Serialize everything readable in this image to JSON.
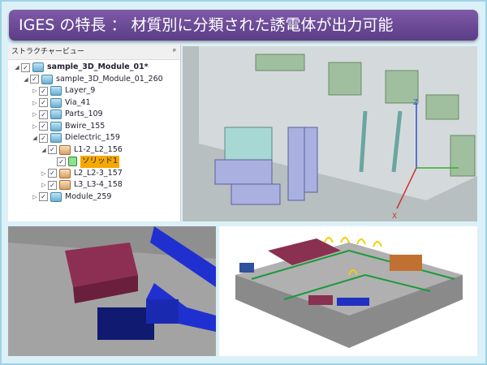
{
  "banner": {
    "title": "IGES の特長 ： 材質別に分類された誘電体が出力可能"
  },
  "panel": {
    "title": "ストラクチャービュー",
    "pin": "ᵖ"
  },
  "tree": [
    {
      "label": "sample_3D_Module_01*",
      "level": 0,
      "expander": "◢",
      "icon": "doc"
    },
    {
      "label": "sample_3D_Module_01_260",
      "level": 1,
      "expander": "◢",
      "icon": "blue"
    },
    {
      "label": "Layer_9",
      "level": 2,
      "expander": "▷",
      "icon": "blue"
    },
    {
      "label": "Via_41",
      "level": 2,
      "expander": "▷",
      "icon": "blue"
    },
    {
      "label": "Parts_109",
      "level": 2,
      "expander": "▷",
      "icon": "blue"
    },
    {
      "label": "Bwire_155",
      "level": 2,
      "expander": "▷",
      "icon": "blue"
    },
    {
      "label": "Dielectric_159",
      "level": 2,
      "expander": "◢",
      "icon": "blue"
    },
    {
      "label": "L1-2_L2_156",
      "level": 3,
      "expander": "◢",
      "icon": "or"
    },
    {
      "label": "ソリッド1",
      "level": 4,
      "expander": "",
      "icon": "gr",
      "selected": true
    },
    {
      "label": "L2_L2-3_157",
      "level": 3,
      "expander": "▷",
      "icon": "or"
    },
    {
      "label": "L3_L3-4_158",
      "level": 3,
      "expander": "▷",
      "icon": "or"
    },
    {
      "label": "Module_259",
      "level": 2,
      "expander": "▷",
      "icon": "blue"
    }
  ],
  "axes": {
    "z": "Z",
    "x": "X"
  }
}
